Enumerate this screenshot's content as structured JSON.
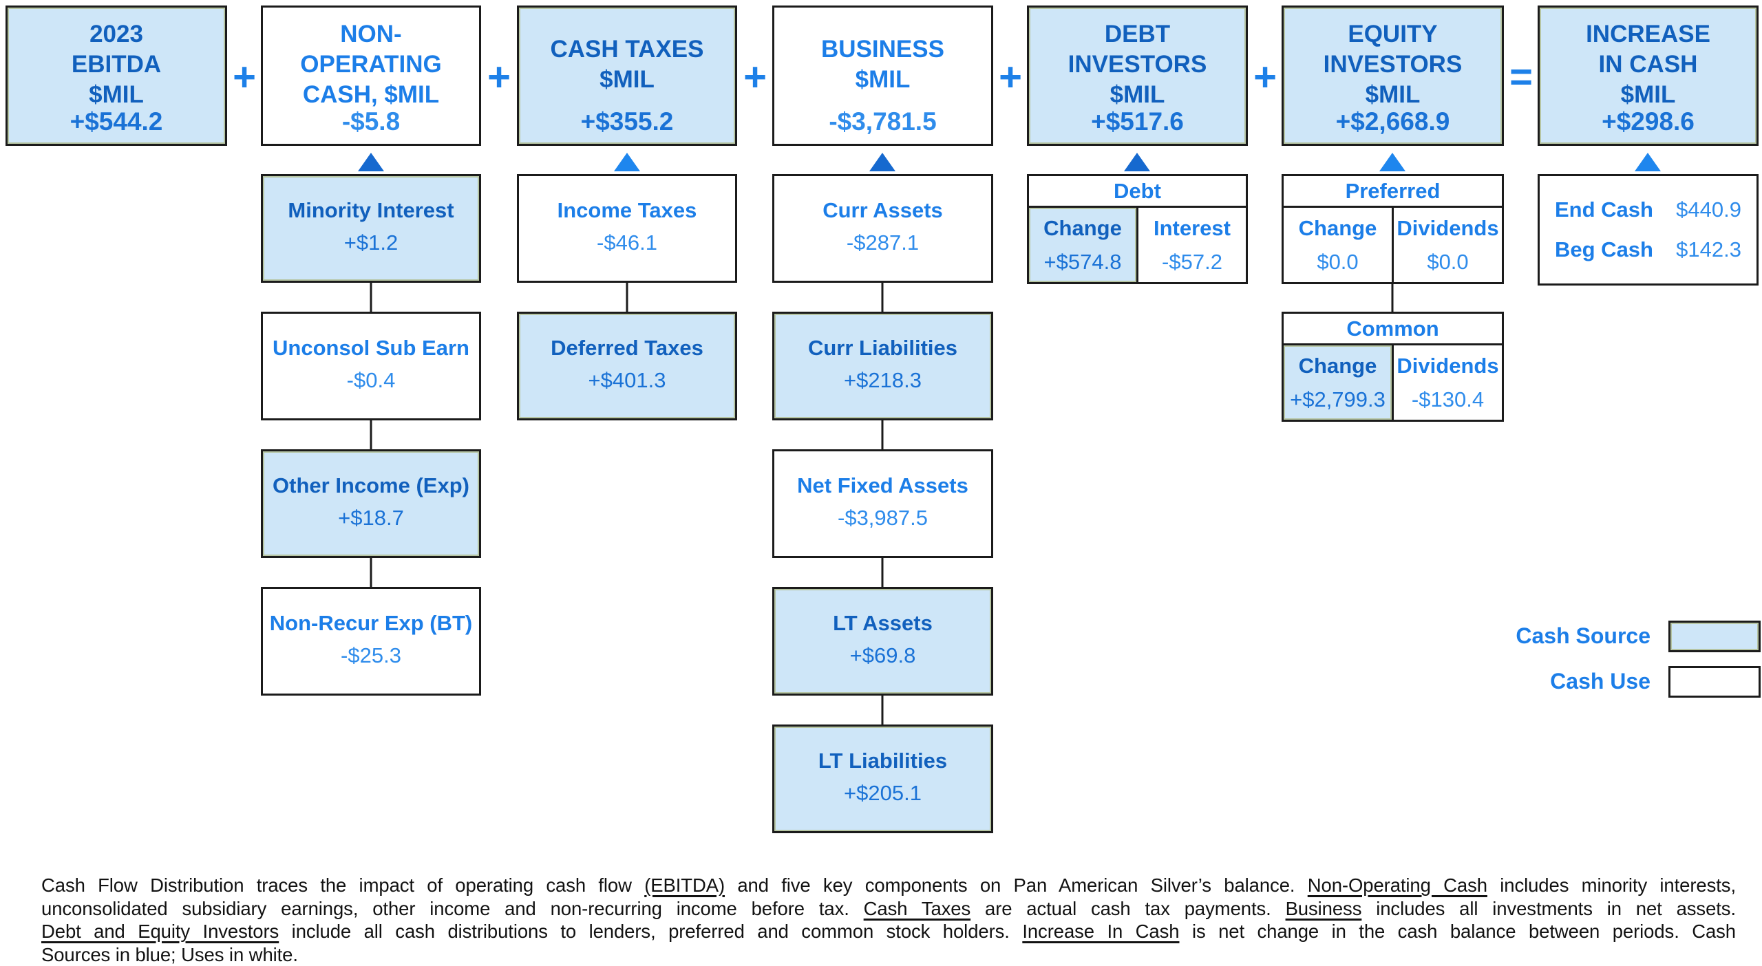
{
  "diagram": {
    "colors": {
      "source_fill": "#cee6f8",
      "use_fill": "#ffffff",
      "dark_blue_text": "#1160bd",
      "bright_blue_text": "#1c7ee8",
      "value_blue_on_source": "#1a72d6",
      "value_blue_on_use": "#2f8ceb",
      "operator_blue": "#1d80e8",
      "border_black": "#1b1b1b",
      "footnote_black": "#121212"
    },
    "top_row": [
      {
        "title": "2023\nEBITDA\n$MIL",
        "value": "+$544.2",
        "type": "source"
      },
      {
        "title": "NON-\nOPERATING\nCASH, $MIL",
        "value": "-$5.8",
        "type": "use"
      },
      {
        "title": "CASH TAXES\n$MIL",
        "value": "+$355.2",
        "type": "source"
      },
      {
        "title": "BUSINESS\n$MIL",
        "value": "-$3,781.5",
        "type": "use"
      },
      {
        "title": "DEBT\nINVESTORS\n$MIL",
        "value": "+$517.6",
        "type": "source"
      },
      {
        "title": "EQUITY\nINVESTORS\n$MIL",
        "value": "+$2,668.9",
        "type": "source"
      },
      {
        "title": "INCREASE\nIN CASH\n$MIL",
        "value": "+$298.6",
        "type": "source"
      }
    ],
    "operators": [
      "+",
      "+",
      "+",
      "+",
      "+",
      "="
    ],
    "stacks": {
      "non_operating": [
        {
          "label": "Minority Interest",
          "value": "+$1.2",
          "type": "source"
        },
        {
          "label": "Unconsol Sub Earn",
          "value": "-$0.4",
          "type": "use"
        },
        {
          "label": "Other Income (Exp)",
          "value": "+$18.7",
          "type": "source"
        },
        {
          "label": "Non-Recur Exp (BT)",
          "value": "-$25.3",
          "type": "use"
        }
      ],
      "cash_taxes": [
        {
          "label": "Income Taxes",
          "value": "-$46.1",
          "type": "use"
        },
        {
          "label": "Deferred Taxes",
          "value": "+$401.3",
          "type": "source"
        }
      ],
      "business": [
        {
          "label": "Curr Assets",
          "value": "-$287.1",
          "type": "use"
        },
        {
          "label": "Curr Liabilities",
          "value": "+$218.3",
          "type": "source"
        },
        {
          "label": "Net Fixed Assets",
          "value": "-$3,987.5",
          "type": "use"
        },
        {
          "label": "LT Assets",
          "value": "+$69.8",
          "type": "source"
        },
        {
          "label": "LT Liabilities",
          "value": "+$205.1",
          "type": "source"
        }
      ]
    },
    "debt_table": {
      "header": "Debt",
      "cells": [
        {
          "label": "Change",
          "value": "+$574.8",
          "type": "source"
        },
        {
          "label": "Interest",
          "value": "-$57.2",
          "type": "use"
        }
      ]
    },
    "preferred_table": {
      "header": "Preferred",
      "cells": [
        {
          "label": "Change",
          "value": "$0.0",
          "type": "use"
        },
        {
          "label": "Dividends",
          "value": "$0.0",
          "type": "use"
        }
      ]
    },
    "common_table": {
      "header": "Common",
      "cells": [
        {
          "label": "Change",
          "value": "+$2,799.3",
          "type": "source"
        },
        {
          "label": "Dividends",
          "value": "-$130.4",
          "type": "use"
        }
      ]
    },
    "cash_balance": {
      "rows": [
        {
          "label": "End Cash",
          "value": "$440.9"
        },
        {
          "label": "Beg Cash",
          "value": "$142.3"
        }
      ]
    },
    "legend": {
      "source_label": "Cash Source",
      "use_label": "Cash Use"
    },
    "footnote_lines": [
      [
        {
          "t": "Cash Flow Distribution traces the impact of operating cash flow "
        },
        {
          "t": "(EBITDA)",
          "u": true
        },
        {
          "t": " and five key components on Pan American Silver’s balance. "
        },
        {
          "t": "Non-Operating Cash",
          "u": true
        },
        {
          "t": " includes minority interests,"
        }
      ],
      [
        {
          "t": "unconsolidated subsidiary earnings, other income and non-recurring income before tax. "
        },
        {
          "t": "Cash Taxes",
          "u": true
        },
        {
          "t": " are actual cash tax payments. "
        },
        {
          "t": "Business",
          "u": true
        },
        {
          "t": " includes all investments in net assets."
        }
      ],
      [
        {
          "t": "Debt and Equity Investors",
          "u": true
        },
        {
          "t": " include all cash distributions to lenders, preferred and common stock holders. "
        },
        {
          "t": "Increase In Cash",
          "u": true
        },
        {
          "t": " is net change in the cash balance between periods. Cash"
        }
      ],
      [
        {
          "t": "Sources in blue; Uses in white."
        }
      ]
    ]
  }
}
